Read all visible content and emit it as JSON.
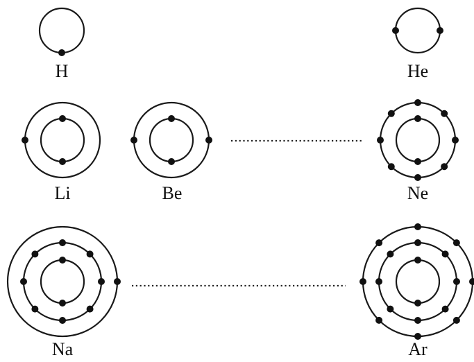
{
  "atoms": [
    {
      "symbol": "H",
      "shells": [
        1
      ]
    },
    {
      "symbol": "He",
      "shells": [
        2
      ]
    },
    {
      "symbol": "Li",
      "shells": [
        2,
        1
      ]
    },
    {
      "symbol": "Be",
      "shells": [
        2,
        2
      ]
    },
    {
      "symbol": "Ne",
      "shells": [
        2,
        8
      ]
    },
    {
      "symbol": "Na",
      "shells": [
        2,
        8,
        1
      ]
    },
    {
      "symbol": "Ar",
      "shells": [
        2,
        8,
        8
      ]
    }
  ],
  "colors": {
    "ink": "#111111",
    "background": "#ffffff"
  }
}
